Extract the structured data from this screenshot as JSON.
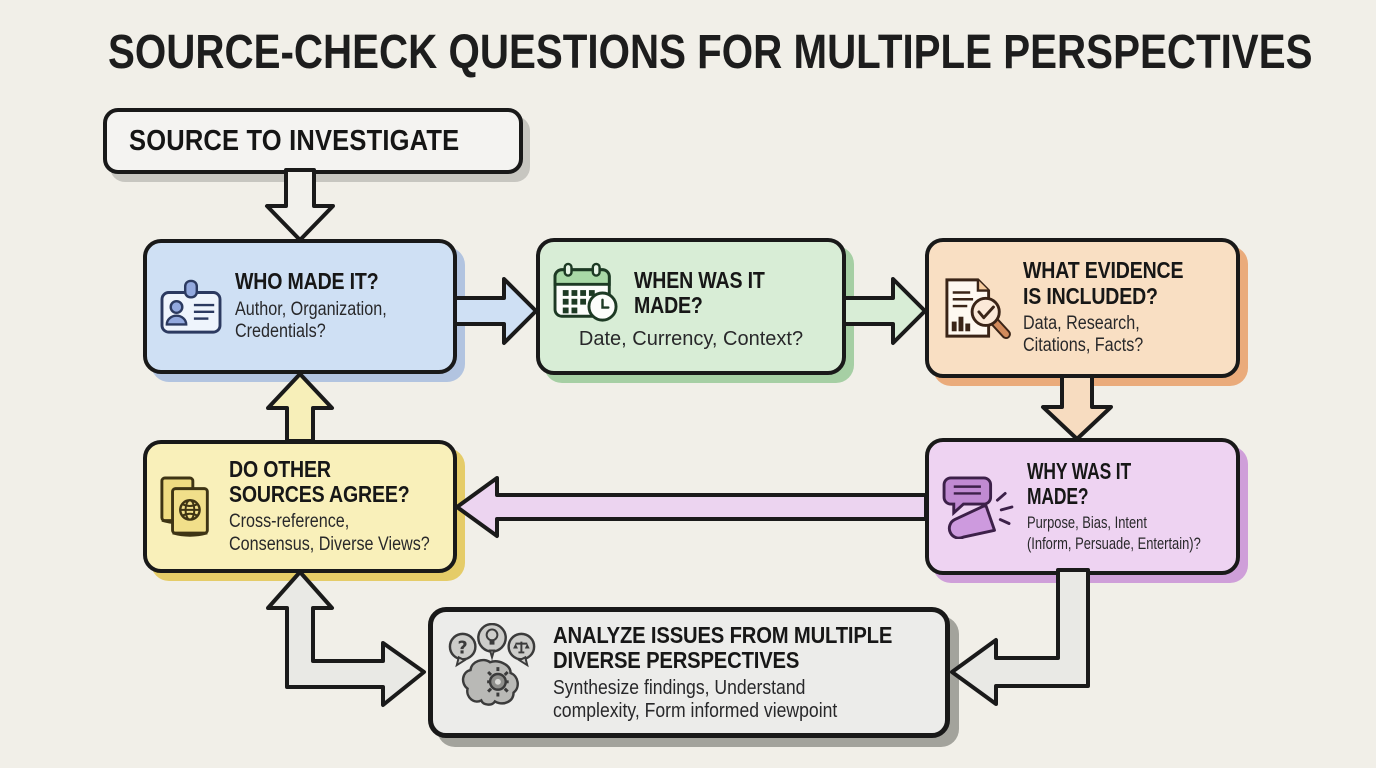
{
  "title": "SOURCE-CHECK QUESTIONS FOR MULTIPLE PERSPECTIVES",
  "nodes": {
    "source": {
      "label": "SOURCE TO INVESTIGATE",
      "fill": "#f4f3f1"
    },
    "who": {
      "heading": "WHO MADE IT?",
      "subtitle": "Author, Organization,\nCredentials?",
      "icon": "id-card-icon",
      "fill": "#cfe0f4"
    },
    "when": {
      "heading": "WHEN WAS IT\nMADE?",
      "subtitle": "Date, Currency, Context?",
      "icon": "calendar-clock-icon",
      "fill": "#d8edd6"
    },
    "evidence": {
      "heading": "WHAT EVIDENCE\nIS INCLUDED?",
      "subtitle": "Data, Research,\nCitations, Facts?",
      "icon": "document-magnifier-icon",
      "fill": "#f9dfc3"
    },
    "why": {
      "heading": "WHY WAS IT\nMADE?",
      "subtitle": "Purpose, Bias, Intent\n(Inform, Persuade, Entertain)?",
      "icon": "speech-megaphone-icon",
      "fill": "#eed3f2"
    },
    "agree": {
      "heading": "DO OTHER\nSOURCES AGREE?",
      "subtitle": "Cross-reference,\nConsensus, Diverse Views?",
      "icon": "books-globe-icon",
      "fill": "#f9f0ba"
    },
    "analyze": {
      "heading": "ANALYZE ISSUES FROM MULTIPLE\nDIVERSE PERSPECTIVES",
      "subtitle": "Synthesize findings, Understand\ncomplexity, Form informed viewpoint",
      "icon": "brain-ideas-icon",
      "fill": "#ececea"
    }
  },
  "edges": [
    {
      "from": "source",
      "to": "who",
      "direction": "down"
    },
    {
      "from": "who",
      "to": "when",
      "direction": "right"
    },
    {
      "from": "when",
      "to": "evidence",
      "direction": "right"
    },
    {
      "from": "evidence",
      "to": "why",
      "direction": "down"
    },
    {
      "from": "why",
      "to": "agree",
      "direction": "left"
    },
    {
      "from": "agree",
      "to": "who",
      "direction": "up"
    },
    {
      "from": "why",
      "to": "analyze",
      "direction": "down-left"
    },
    {
      "from": "analyze",
      "to": "agree",
      "direction": "up"
    },
    {
      "from": "agree",
      "to": "analyze",
      "direction": "right"
    }
  ],
  "colors": {
    "background": "#f1efe8",
    "outline": "#1a1a1a",
    "title": "#1d1d1d",
    "arrow_source": "#f2f1ec",
    "arrow_who": "#cfe0f4",
    "arrow_when": "#d8edd6",
    "arrow_evidence": "#f7dcc0",
    "arrow_why": "#ecd4f0",
    "arrow_agree": "#f7efb9",
    "arrow_neutral": "#e9e9e5"
  }
}
